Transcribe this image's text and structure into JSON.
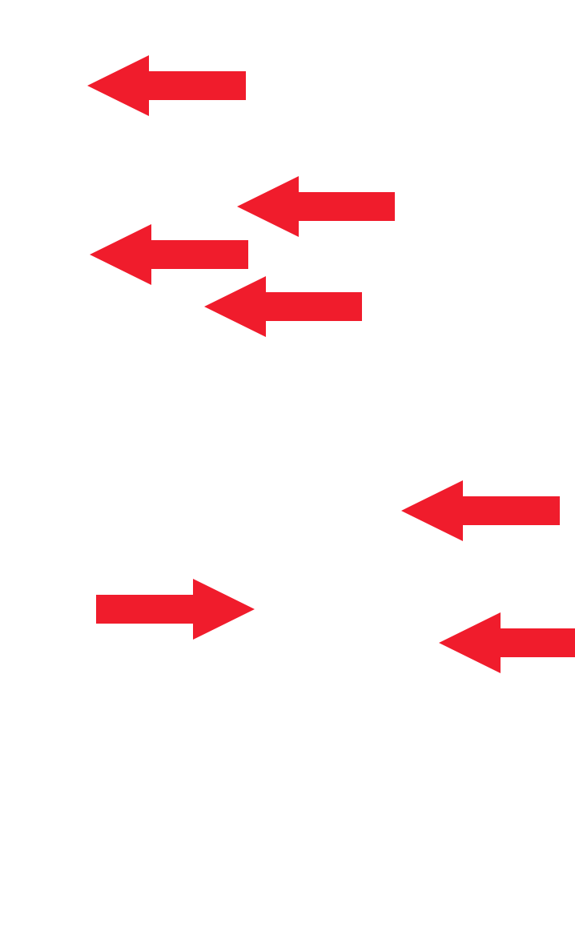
{
  "background_color": "#ffffff",
  "arrow_color": "#f01c2c",
  "arrows": [
    {
      "id": "arrow-1",
      "direction": "left"
    },
    {
      "id": "arrow-2",
      "direction": "left"
    },
    {
      "id": "arrow-3",
      "direction": "left"
    },
    {
      "id": "arrow-4",
      "direction": "left"
    },
    {
      "id": "arrow-5",
      "direction": "left"
    },
    {
      "id": "arrow-6",
      "direction": "right"
    },
    {
      "id": "arrow-7",
      "direction": "left"
    }
  ]
}
